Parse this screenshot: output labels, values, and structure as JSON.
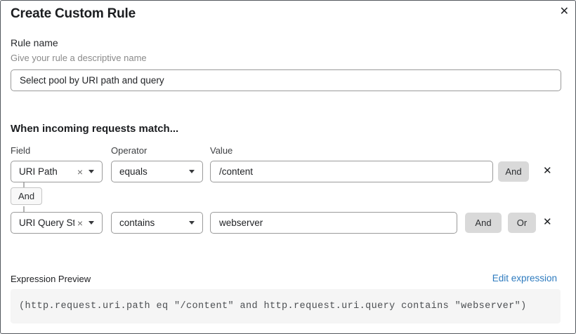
{
  "dialog": {
    "title": "Create Custom Rule"
  },
  "icons": {
    "close": "✕",
    "clear": "×",
    "remove": "✕"
  },
  "rule_name": {
    "label": "Rule name",
    "helper": "Give your rule a descriptive name",
    "value": "Select pool by URI path and query"
  },
  "match": {
    "heading": "When incoming requests match...",
    "columns": {
      "field": "Field",
      "operator": "Operator",
      "value": "Value"
    },
    "connector": "And",
    "and_label": "And",
    "or_label": "Or",
    "rows": [
      {
        "field": "URI Path",
        "operator": "equals",
        "value": "/content"
      },
      {
        "field": "URI Query St...",
        "operator": "contains",
        "value": "webserver"
      }
    ]
  },
  "expression": {
    "label": "Expression Preview",
    "edit_link": "Edit expression",
    "code": "(http.request.uri.path eq \"/content\" and http.request.uri.query contains \"webserver\")"
  },
  "colors": {
    "link_blue": "#2E7BBF",
    "button_gray": "#D9D9D9",
    "code_background": "#F5F5F5",
    "dialog_border": "#53585E"
  }
}
